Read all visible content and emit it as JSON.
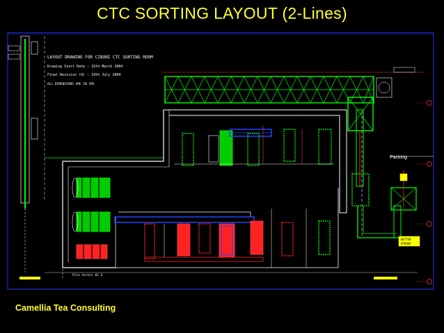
{
  "slide": {
    "title": "CTC SORTING LAYOUT (2-Lines)",
    "footer": "Camellia Tea Consulting"
  },
  "drawing": {
    "title_block": {
      "heading": "LAYOUT DRAWING FOR CIBUNI CTC SORTING ROOM",
      "start_date": "Drawing Start Date  :  25th March 2004",
      "final_revision": "Final Revision (0)  :  19th July 2004",
      "dimensions_note": "ALL DIMENSIONS ARE IN CMS"
    },
    "labels": {
      "packing": "Packing",
      "bottom_box_line1": "BOTTOM",
      "bottom_box_line2": "OPENER",
      "bottom_note": "Pile Sorter 01 E"
    },
    "colors": {
      "background": "#000000",
      "border": "#2233ff",
      "structure": "#00ff00",
      "equipment_red": "#ff2222",
      "accent_yellow": "#ffff00",
      "conveyor_blue": "#2244ff",
      "annotation": "#ffffff"
    }
  }
}
